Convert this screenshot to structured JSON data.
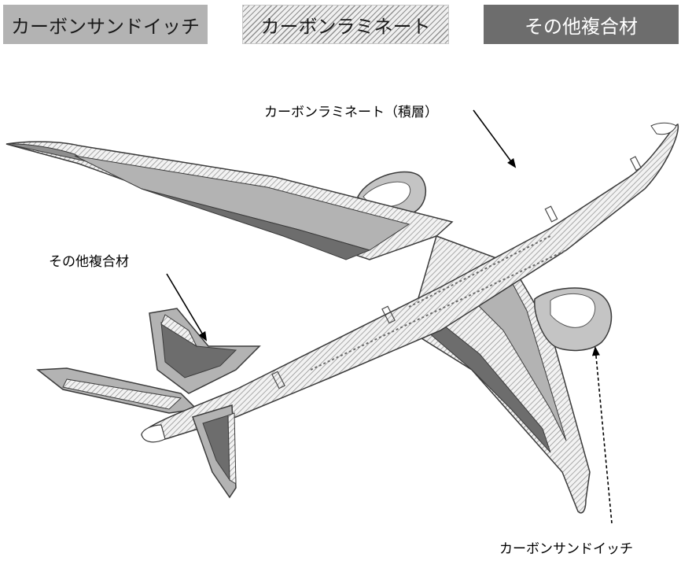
{
  "legend": {
    "sandwich": "カーボンサンドイッチ",
    "laminate": "カーボンラミネート",
    "other": "その他複合材"
  },
  "callouts": {
    "laminate": "カーボンラミネート（積層）",
    "other": "その他複合材",
    "sandwich": "カーボンサンドイッチ"
  },
  "colors": {
    "sandwich": "#b3b3b3",
    "laminate_hatch": "#8f8f8f",
    "laminate_base": "#efefef",
    "other": "#6d6d6d"
  }
}
